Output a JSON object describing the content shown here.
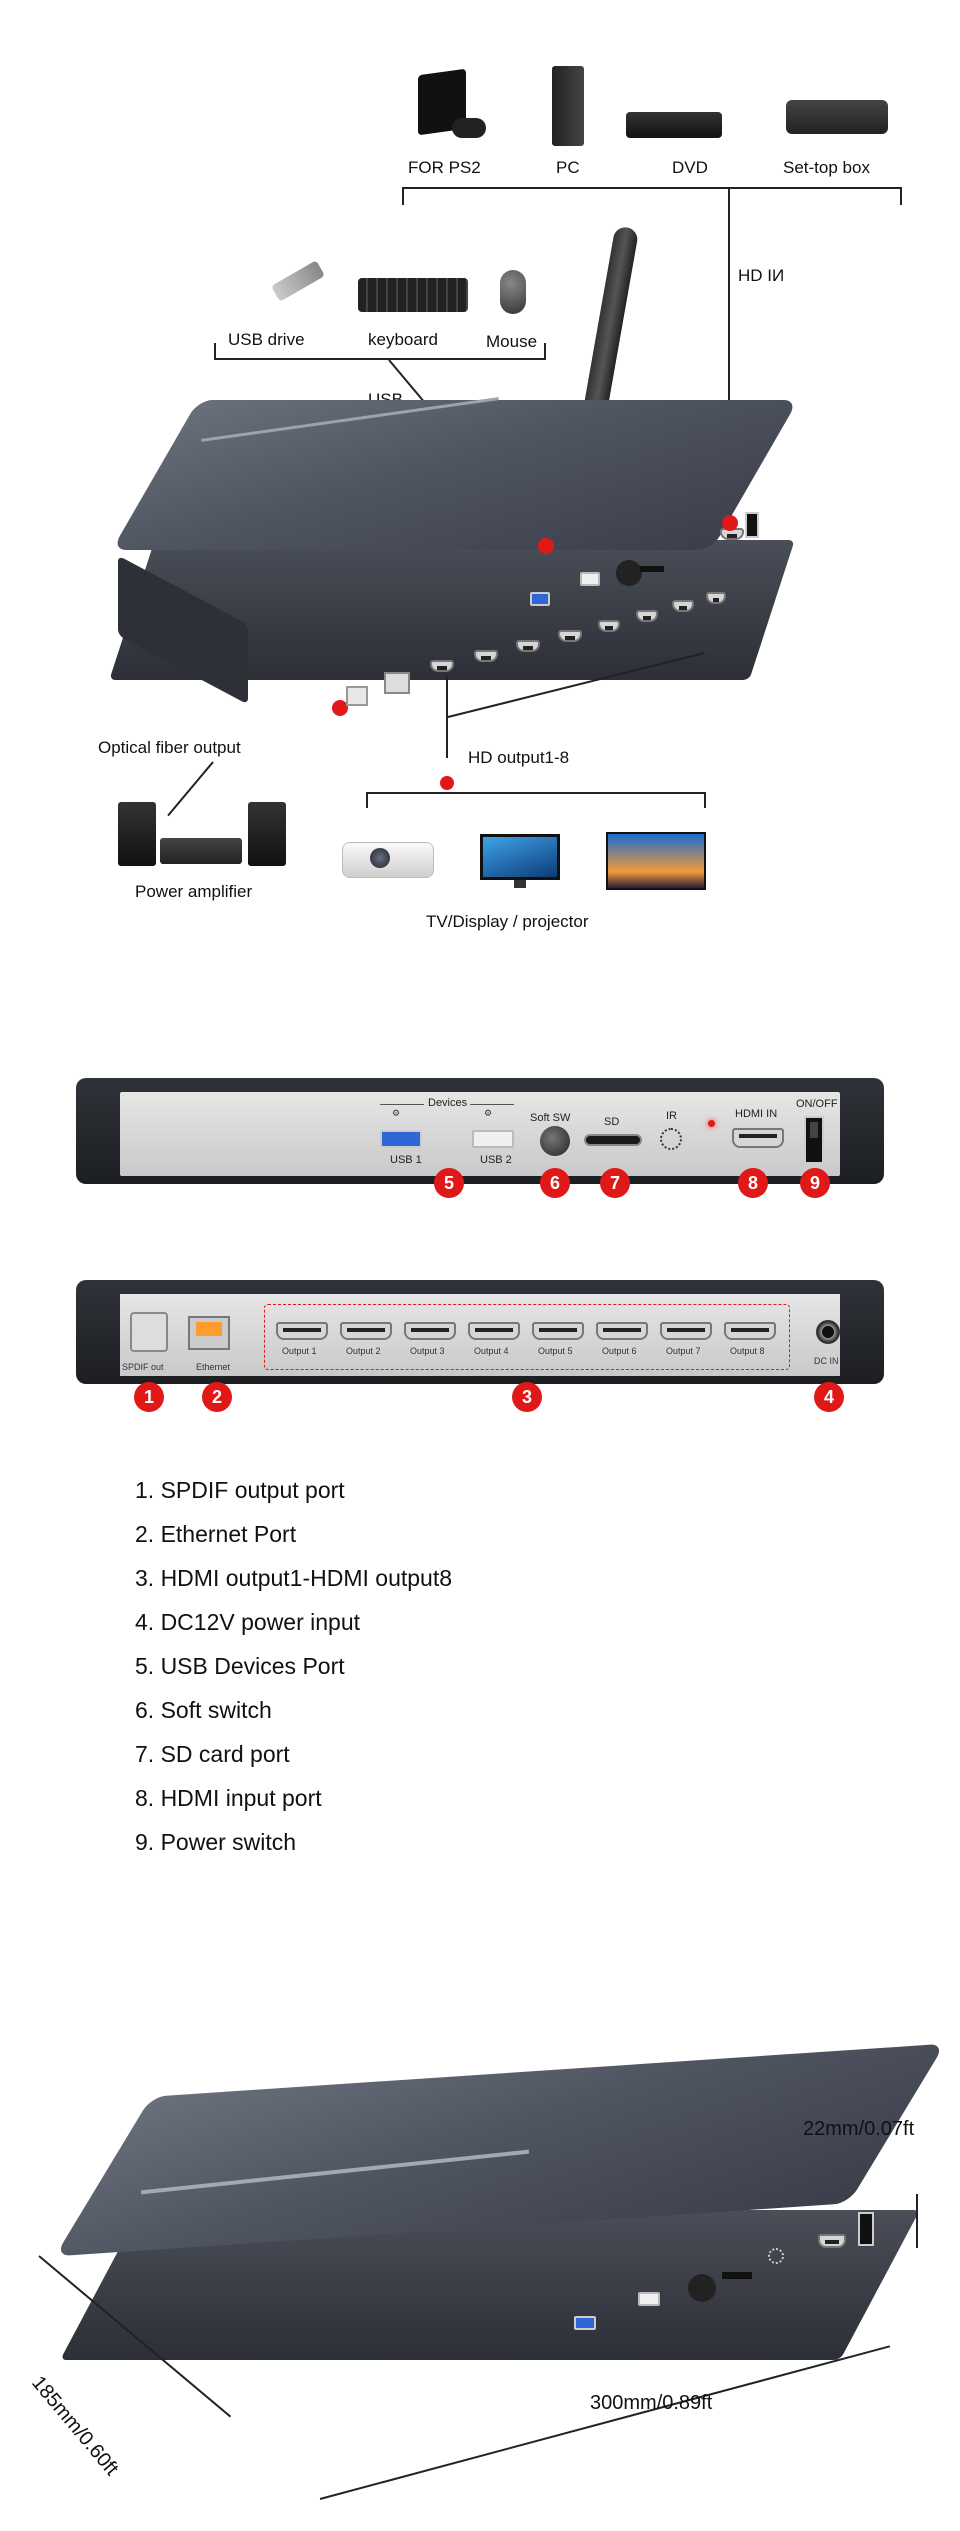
{
  "sources": {
    "ps2": "FOR PS2",
    "pc": "PC",
    "dvd": "DVD",
    "settop": "Set-top  box",
    "hd_in": "HD IИ"
  },
  "peripherals": {
    "usb_drive": "USB drive",
    "keyboard": "keyboard",
    "mouse": "Mouse",
    "usb": "USB"
  },
  "outputs": {
    "optical": "Optical fiber output",
    "amplifier": "Power amplifier",
    "hd_output": "HD output1-8",
    "displays": "TV/Display / projector"
  },
  "front_panel": {
    "devices": "Devices",
    "usb1": "USB 1",
    "usb2": "USB 2",
    "soft_sw": "Soft SW",
    "sd": "SD",
    "ir": "IR",
    "hdmi_in": "HDMI IN",
    "on_off": "ON/OFF",
    "badges": [
      "5",
      "6",
      "7",
      "8",
      "9"
    ]
  },
  "rear_panel": {
    "spdif": "SPDIF out",
    "ethernet": "Ethernet",
    "outputs": [
      "Output 1",
      "Output 2",
      "Output 3",
      "Output 4",
      "Output 5",
      "Output 6",
      "Output 7",
      "Output 8"
    ],
    "dc_in": "DC  IN",
    "badges": [
      "1",
      "2",
      "3",
      "4"
    ]
  },
  "spec_list": [
    "1. SPDIF output port",
    "2. Ethernet Port",
    "3. HDMI output1-HDMI output8",
    "4. DC12V power input",
    "5. USB Devices Port",
    "6. Soft switch",
    "7. SD card port",
    "8. HDMI input port",
    "9. Power switch"
  ],
  "dimensions": {
    "height": "22mm/0.07ft",
    "depth": "185mm/0.60ft",
    "width": "300mm/0.89ft"
  },
  "colors": {
    "accent_red": "#e01818",
    "device_grey": "#4f5461",
    "usb_blue": "#2f66d8"
  }
}
